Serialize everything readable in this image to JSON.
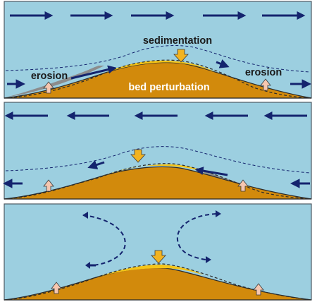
{
  "colors": {
    "water": "#9ccfe0",
    "water_border": "#4e5a63",
    "bed": "#d28a0c",
    "bed_outline": "#2a2a2a",
    "sediment": "#f5c518",
    "eroded": "#8c8c8c",
    "flow_arrow": "#14246e",
    "deposit_arrow": "#f2b320",
    "erosion_arrow": "#f6c7b0",
    "label_dark": "#1a1a1a",
    "label_light": "#ffffff"
  },
  "panels": [
    {
      "id": "forward-flow",
      "labels": {
        "sedimentation": "sedimentation",
        "erosion_left": "erosion",
        "erosion_right": "erosion",
        "bed": "bed perturbation"
      }
    },
    {
      "id": "reverse-flow"
    },
    {
      "id": "vortex-flow"
    }
  ]
}
